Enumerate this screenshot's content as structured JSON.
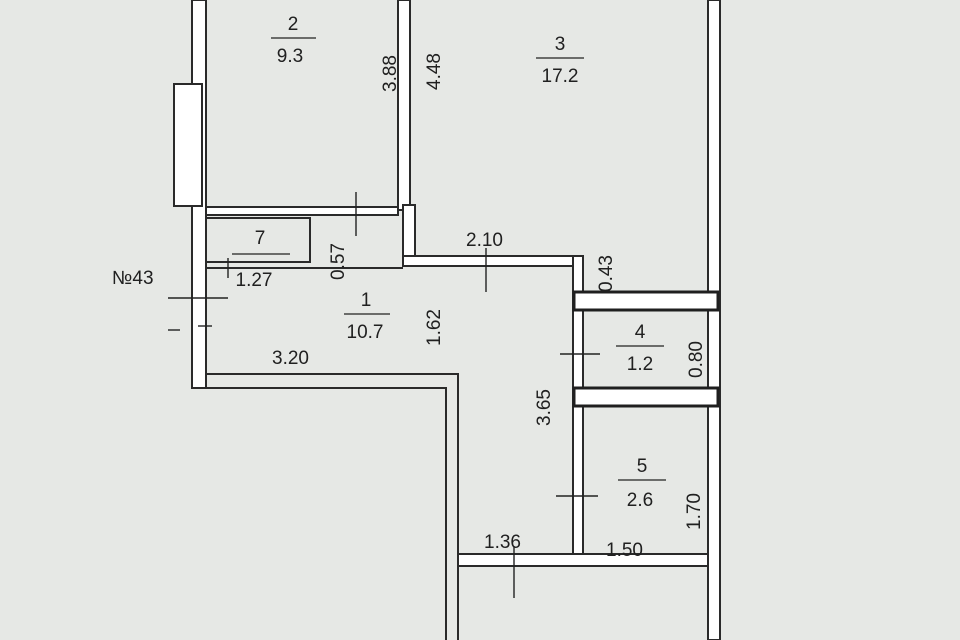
{
  "apartment": {
    "number": "№43"
  },
  "rooms": [
    {
      "id": "2",
      "area": "9.3"
    },
    {
      "id": "3",
      "area": "17.2"
    },
    {
      "id": "7",
      "area": "1.27"
    },
    {
      "id": "1",
      "area": "10.7"
    },
    {
      "id": "4",
      "area": "1.2"
    },
    {
      "id": "5",
      "area": "2.6"
    }
  ],
  "dimensions": {
    "d_388": "3.88",
    "d_448": "4.48",
    "d_057": "0.57",
    "d_210": "2.10",
    "d_043": "0.43",
    "d_162": "1.62",
    "d_320": "3.20",
    "d_365": "3.65",
    "d_080": "0.80",
    "d_170": "1.70",
    "d_136": "1.36",
    "d_150": "1.50"
  }
}
